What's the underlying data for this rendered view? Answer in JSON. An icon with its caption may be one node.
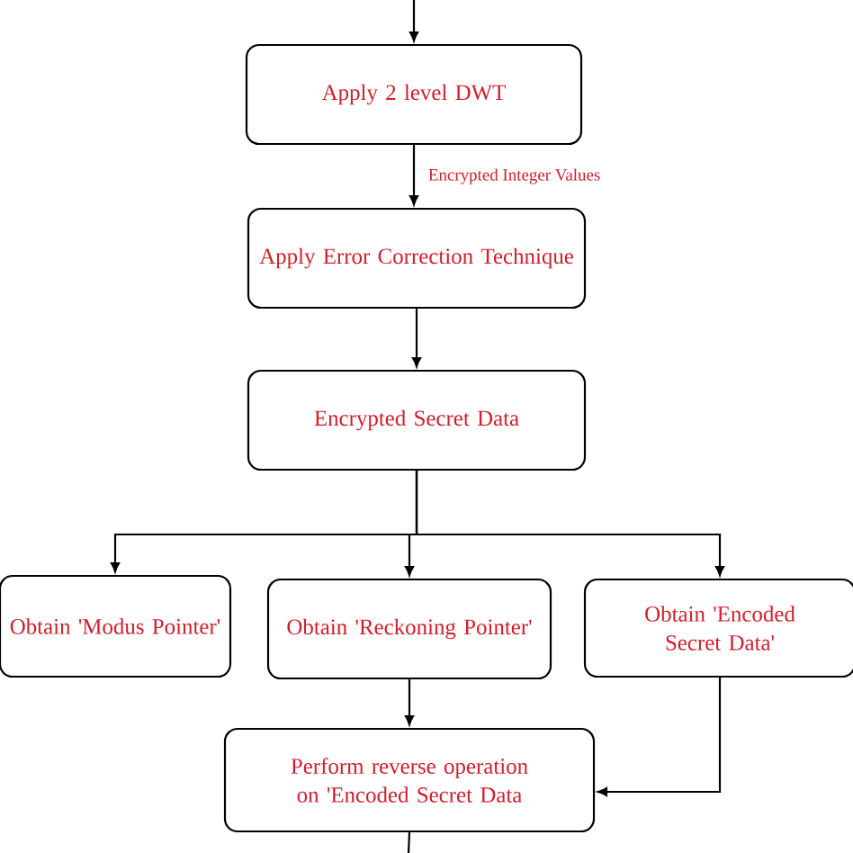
{
  "diagram": {
    "nodes": [
      {
        "text": [
          "Apply 2 level DWT"
        ]
      },
      {
        "text": [
          "Apply Error Correction Technique"
        ]
      },
      {
        "text": [
          "Encrypted Secret Data"
        ]
      },
      {
        "text": [
          "Obtain 'Modus Pointer'"
        ]
      },
      {
        "text": [
          "Obtain 'Reckoning Pointer'"
        ]
      },
      {
        "text": [
          "Obtain 'Encoded Secret Data'"
        ]
      },
      {
        "text": [
          "Perform reverse operation on 'Encoded Secret Data"
        ]
      }
    ],
    "edges": [
      {
        "from": null,
        "to": 0,
        "arrow": "to"
      },
      {
        "from": 0,
        "to": 1,
        "arrow": "to",
        "label": "Encrypted Integer Values"
      },
      {
        "from": 1,
        "to": 2,
        "arrow": "to"
      },
      {
        "from": 2,
        "to": 3,
        "arrow": "to"
      },
      {
        "from": 2,
        "to": 4,
        "arrow": "to"
      },
      {
        "from": 2,
        "to": 5,
        "arrow": "to"
      },
      {
        "from": 4,
        "to": 6,
        "arrow": "to"
      },
      {
        "from": 5,
        "to": 6,
        "arrow": "to"
      },
      {
        "from": 6,
        "to": null,
        "arrow": "none"
      }
    ]
  }
}
